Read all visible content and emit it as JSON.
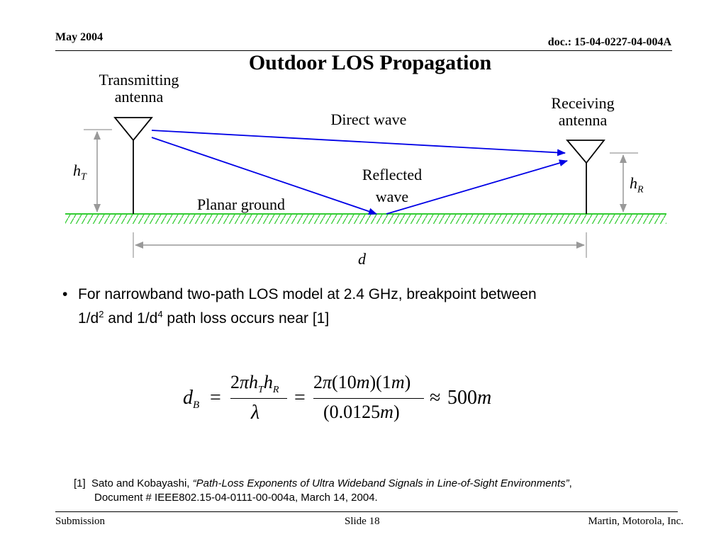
{
  "header": {
    "date": "May 2004",
    "doc": "doc.: 15-04-0227-04-004A"
  },
  "title": "Outdoor LOS Propagation",
  "diagram": {
    "tx_label_1": "Transmitting",
    "tx_label_2": "antenna",
    "rx_label_1": "Receiving",
    "rx_label_2": "antenna",
    "direct_wave": "Direct wave",
    "reflected_1": "Reflected",
    "reflected_2": "wave",
    "planar_ground": "Planar ground",
    "h_t": "h",
    "h_t_sub": "T",
    "h_r": "h",
    "h_r_sub": "R",
    "d": "d",
    "wave_color": "#0000e6",
    "ground_color": "#33cc33",
    "dim_color": "#999999"
  },
  "bullet": {
    "marker": "•",
    "line1": "For narrowband two-path LOS model at 2.4 GHz, breakpoint between",
    "line2_a": "1/d",
    "line2_sup1": "2",
    "line2_b": " and 1/d",
    "line2_sup2": "4",
    "line2_c": " path loss occurs near [1]"
  },
  "equation": {
    "lhs": "d",
    "lhs_sub": "B",
    "eq1": "=",
    "num1_a": "2",
    "num1_pi": "π",
    "num1_h1": "h",
    "num1_sub1": "T",
    "num1_h2": "h",
    "num1_sub2": "R",
    "den1": "λ",
    "eq2": "=",
    "num2_a": "2",
    "num2_pi": "π",
    "num2_b": "(10",
    "num2_m1": "m",
    "num2_c": ")(1",
    "num2_m2": "m",
    "num2_d": ")",
    "den2_a": "(0.0125",
    "den2_m": "m",
    "den2_b": ")",
    "approx": "≈",
    "result": "500",
    "result_unit": "m"
  },
  "reference": {
    "num": "[1]",
    "authors": "Sato and Kobayashi, ",
    "title": "“Path-Loss Exponents of Ultra Wideband Signals in Line-of-Sight Environments”",
    "comma": ",",
    "line2": "Document # IEEE802.15-04-0111-00-004a, March 14, 2004."
  },
  "footer": {
    "left": "Submission",
    "center": "Slide 18",
    "right": "Martin, Motorola, Inc."
  }
}
